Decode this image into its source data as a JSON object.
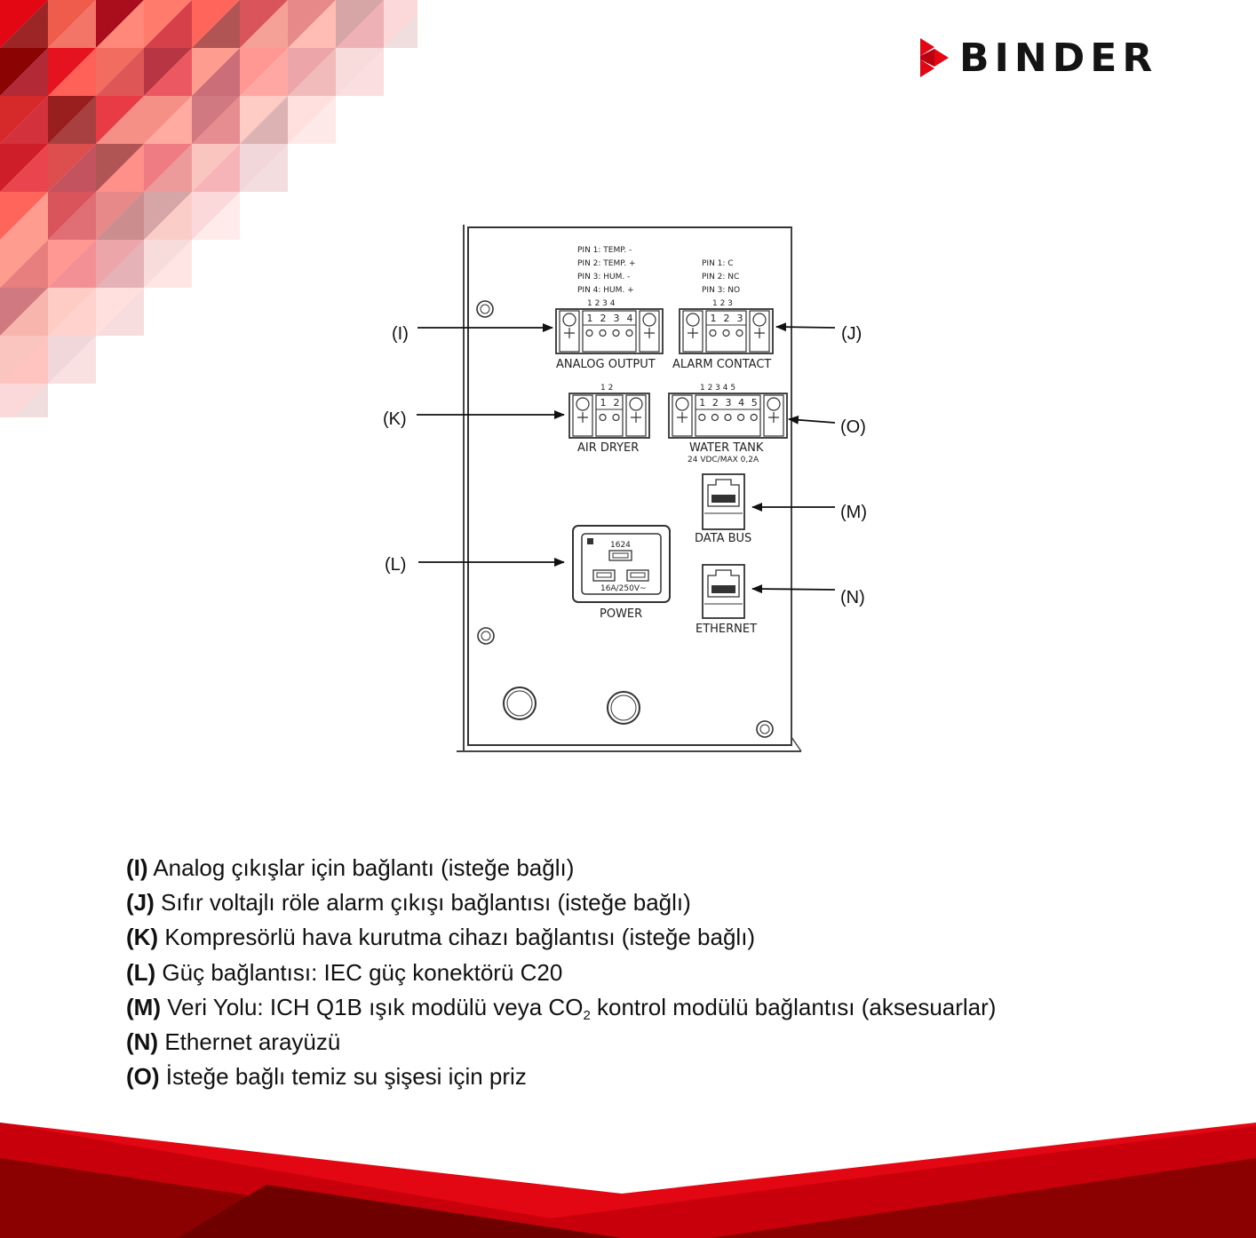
{
  "brand": {
    "name": "BINDER",
    "accent_red": "#e30613",
    "dark_red": "#8b0000"
  },
  "panel": {
    "analog_output": {
      "pins": [
        "PIN 1: TEMP. -",
        "PIN 2: TEMP. +",
        "PIN 3: HUM. -",
        "PIN 4: HUM. +"
      ],
      "numbers": "1 2 3 4",
      "label": "ANALOG OUTPUT"
    },
    "alarm_contact": {
      "pins": [
        "PIN 1: C",
        "PIN 2: NC",
        "PIN 3: NO"
      ],
      "numbers": "1 2 3",
      "label": "ALARM CONTACT"
    },
    "air_dryer": {
      "numbers": "1 2",
      "label": "AIR DRYER"
    },
    "water_tank": {
      "numbers": "1 2 3 4 5",
      "label": "WATER TANK",
      "sublabel": "24 VDC/MAX 0,2A"
    },
    "data_bus": {
      "label": "DATA BUS"
    },
    "ethernet": {
      "label": "ETHERNET"
    },
    "power": {
      "code": "1624",
      "rating": "16A/250V~",
      "label": "POWER"
    }
  },
  "callouts": {
    "I": "(I)",
    "J": "(J)",
    "K": "(K)",
    "L": "(L)",
    "M": "(M)",
    "N": "(N)",
    "O": "(O)"
  },
  "legend": [
    {
      "key": "(I)",
      "text": " Analog çıkışlar için bağlantı (isteğe bağlı)"
    },
    {
      "key": "(J)",
      "text": " Sıfır voltajlı röle alarm çıkışı bağlantısı (isteğe bağlı)"
    },
    {
      "key": "(K)",
      "text": " Kompresörlü hava kurutma cihazı bağlantısı (isteğe bağlı)"
    },
    {
      "key": "(L)",
      "text": " Güç bağlantısı: IEC güç konektörü C20"
    },
    {
      "key": "(M)",
      "text": " Veri Yolu: ICH Q1B ışık modülü veya CO",
      "sub": "2",
      "after": " kontrol modülü bağlantısı (aksesuarlar)"
    },
    {
      "key": "(N)",
      "text": " Ethernet arayüzü"
    },
    {
      "key": "(O)",
      "text": " İsteğe bağlı temiz su şişesi için priz"
    }
  ]
}
